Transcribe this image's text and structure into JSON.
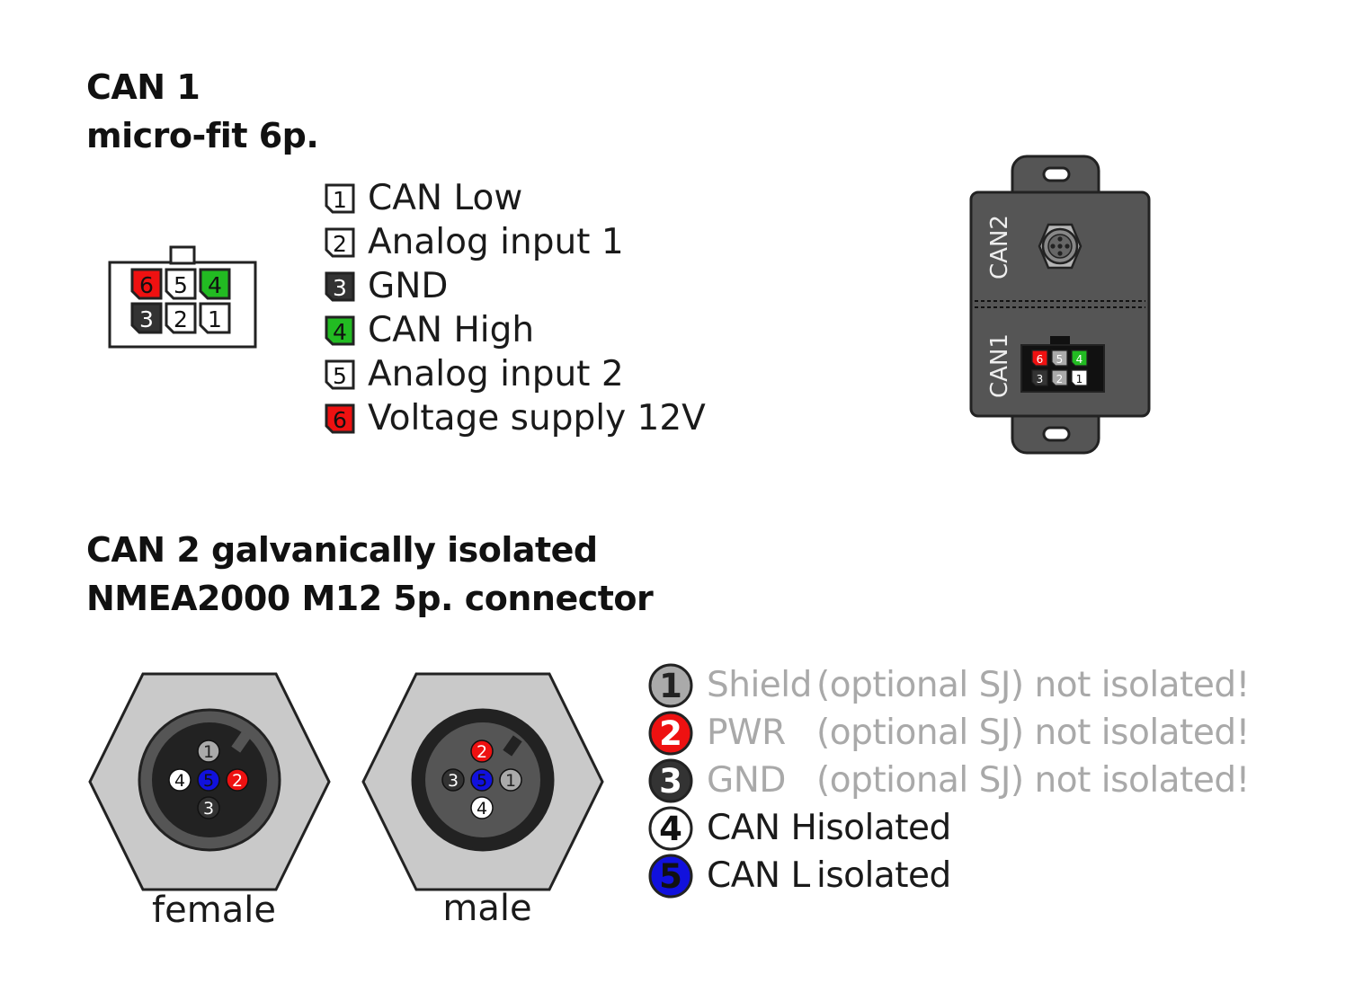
{
  "can1": {
    "title_line1": "CAN 1",
    "title_line2": "micro-fit 6p.",
    "pins": [
      {
        "num": "1",
        "label": "CAN Low",
        "fill": "#ffffff",
        "text_color": "#111111"
      },
      {
        "num": "2",
        "label": "Analog input 1",
        "fill": "#ffffff",
        "text_color": "#111111"
      },
      {
        "num": "3",
        "label": "GND",
        "fill": "#333333",
        "text_color": "#ffffff"
      },
      {
        "num": "4",
        "label": "CAN High",
        "fill": "#22bb22",
        "text_color": "#111111"
      },
      {
        "num": "5",
        "label": "Analog input 2",
        "fill": "#ffffff",
        "text_color": "#111111"
      },
      {
        "num": "6",
        "label": "Voltage supply 12V",
        "fill": "#ee1111",
        "text_color": "#111111"
      }
    ]
  },
  "device": {
    "port_top_label": "CAN2",
    "port_bottom_label": "CAN1"
  },
  "can2": {
    "title_line1": "CAN 2 galvanically isolated",
    "title_line2": "NMEA2000 M12 5p. connector",
    "female_label": "female",
    "male_label": "male",
    "pins": [
      {
        "num": "1",
        "name": "Shield",
        "note": "(optional SJ) not isolated!",
        "fill": "#aaaaaa",
        "num_color": "#222222",
        "muted": true
      },
      {
        "num": "2",
        "name": "PWR",
        "note": "(optional SJ) not isolated!",
        "fill": "#ee1111",
        "num_color": "#ffffff",
        "muted": true
      },
      {
        "num": "3",
        "name": "GND",
        "note": "(optional SJ) not isolated!",
        "fill": "#333333",
        "num_color": "#ffffff",
        "muted": true
      },
      {
        "num": "4",
        "name": "CAN H",
        "note": "isolated",
        "fill": "#ffffff",
        "num_color": "#111111",
        "muted": false
      },
      {
        "num": "5",
        "name": "CAN L",
        "note": "isolated",
        "fill": "#1111dd",
        "num_color": "#111111",
        "muted": false
      }
    ]
  },
  "colors": {
    "red": "#ee1111",
    "green": "#22bb22",
    "blue": "#1111dd",
    "device_body": "#555555",
    "connector_grey": "#c9c9c9"
  }
}
